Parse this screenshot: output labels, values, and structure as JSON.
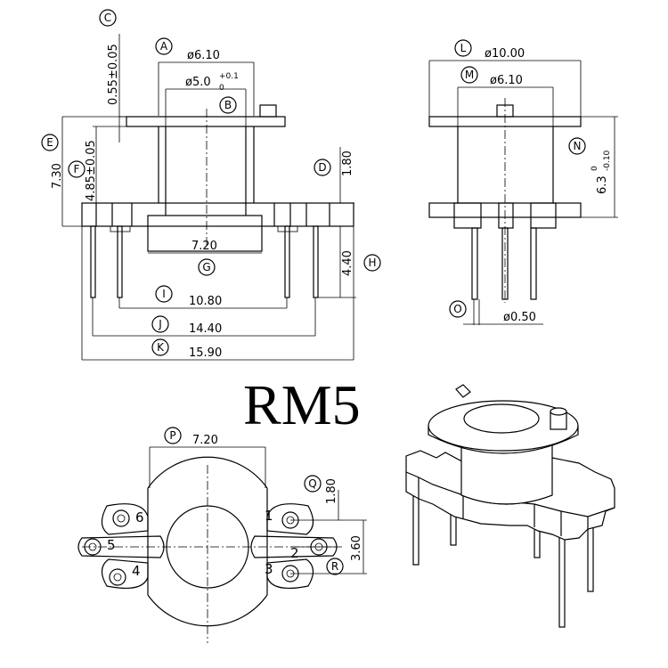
{
  "title": "RM5",
  "labels": {
    "A": "A",
    "B": "B",
    "C": "C",
    "D": "D",
    "E": "E",
    "F": "F",
    "G": "G",
    "H": "H",
    "I": "I",
    "J": "J",
    "K": "K",
    "L": "L",
    "M": "M",
    "N": "N",
    "O": "O",
    "P": "P",
    "Q": "Q",
    "R": "R"
  },
  "dimensions": {
    "A": "ø6.10",
    "B_main": "ø5.0",
    "B_sub": "0",
    "B_sup": "+0.1",
    "C": "0.55±0.05",
    "D": "1.80",
    "E": "7.30",
    "F": "4.85±0.05",
    "G": "7.20",
    "H": "4.40",
    "I": "10.80",
    "J": "14.40",
    "K": "15.90",
    "L": "ø10.00",
    "M": "ø6.10",
    "N_main": "6.3",
    "N_sup": "0",
    "N_sub": "-0.10",
    "O": "ø0.50",
    "P": "7.20",
    "Q": "1.80",
    "R": "3.60"
  },
  "pins": [
    "1",
    "2",
    "3",
    "4",
    "5",
    "6"
  ]
}
